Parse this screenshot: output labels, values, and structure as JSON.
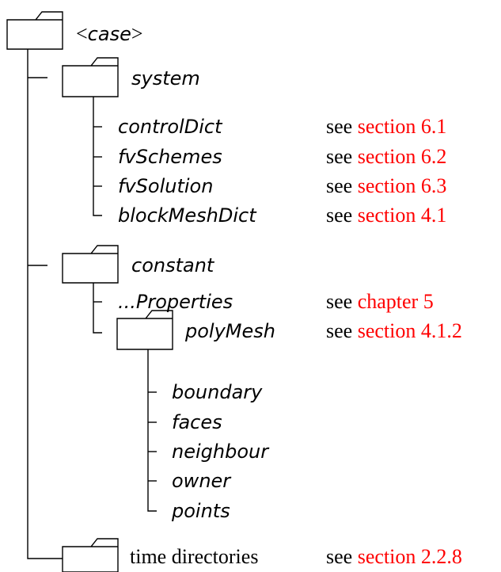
{
  "root": {
    "prefix": "<",
    "name": "case",
    "suffix": ">"
  },
  "system": {
    "name": "system",
    "files": [
      {
        "name": "controlDict",
        "see": "see",
        "ref": "section 6.1"
      },
      {
        "name": "fvSchemes",
        "see": "see",
        "ref": "section 6.2"
      },
      {
        "name": "fvSolution",
        "see": "see",
        "ref": "section 6.3"
      },
      {
        "name": "blockMeshDict",
        "see": "see",
        "ref": "section 4.1"
      }
    ]
  },
  "constant": {
    "name": "constant",
    "properties": {
      "name": "...Properties",
      "see": "see",
      "ref": "chapter 5"
    },
    "polyMesh": {
      "name": "polyMesh",
      "see": "see",
      "ref": "section 4.1.2",
      "files": [
        "boundary",
        "faces",
        "neighbour",
        "owner",
        "points"
      ]
    }
  },
  "time": {
    "name": "time directories",
    "see": "see",
    "ref": "section 2.2.8"
  },
  "colors": {
    "line": "#000000",
    "ref": "#ff0000"
  }
}
